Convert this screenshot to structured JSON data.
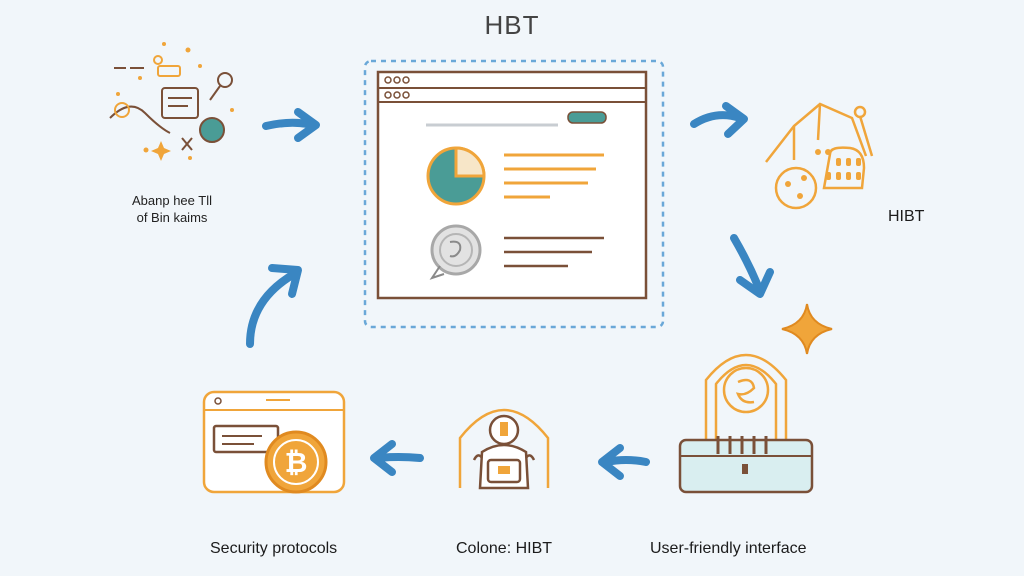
{
  "diagram": {
    "title": "HBT",
    "nodes": {
      "top_left_caption_line1": "Abanp hee Tll",
      "top_left_caption_line2": "of Bin kaims",
      "right_label": "HIBT",
      "bottom_left_caption": "Security protocols",
      "bottom_center_caption": "Colone: HIBT",
      "bottom_right_caption": "User-friendly interface"
    },
    "icons": [
      "sparkle-scatter-icon",
      "browser-window-icon",
      "pie-chart-icon",
      "silver-coin-icon",
      "basket-coins-icon",
      "star-icon",
      "dome-coin-device-icon",
      "safe-person-icon",
      "bitcoin-wallet-icon"
    ],
    "colors": {
      "arrow": "#3a86c2",
      "accent_orange": "#f0a53a",
      "outline_brown": "#7a5038",
      "teal": "#4a9c96",
      "window_border_dotted": "#6aa8d8"
    }
  }
}
